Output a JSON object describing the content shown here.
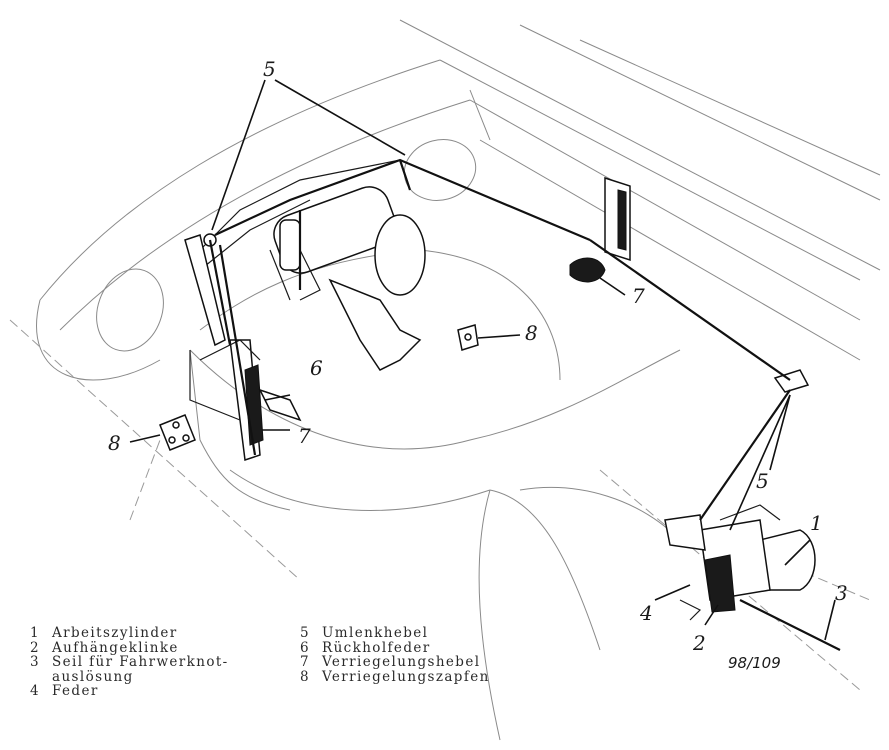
{
  "figure_number": "98/109",
  "callouts": [
    "1",
    "2",
    "3",
    "4",
    "5",
    "6",
    "7",
    "8"
  ],
  "legend": {
    "left": [
      {
        "n": "1",
        "text": "Arbeitszylinder"
      },
      {
        "n": "2",
        "text": "Aufhängeklinke"
      },
      {
        "n": "3",
        "text": "Seil für Fahrwerknot-"
      },
      {
        "n": "",
        "text": "auslösung"
      },
      {
        "n": "4",
        "text": "Feder"
      }
    ],
    "right": [
      {
        "n": "5",
        "text": "Umlenkhebel"
      },
      {
        "n": "6",
        "text": "Rückholfeder"
      },
      {
        "n": "7",
        "text": "Verriegelungshebel"
      },
      {
        "n": "8",
        "text": "Verriegelungszapfen"
      }
    ]
  },
  "colors": {
    "ink": "#1a1a1a",
    "paper": "#ffffff"
  }
}
